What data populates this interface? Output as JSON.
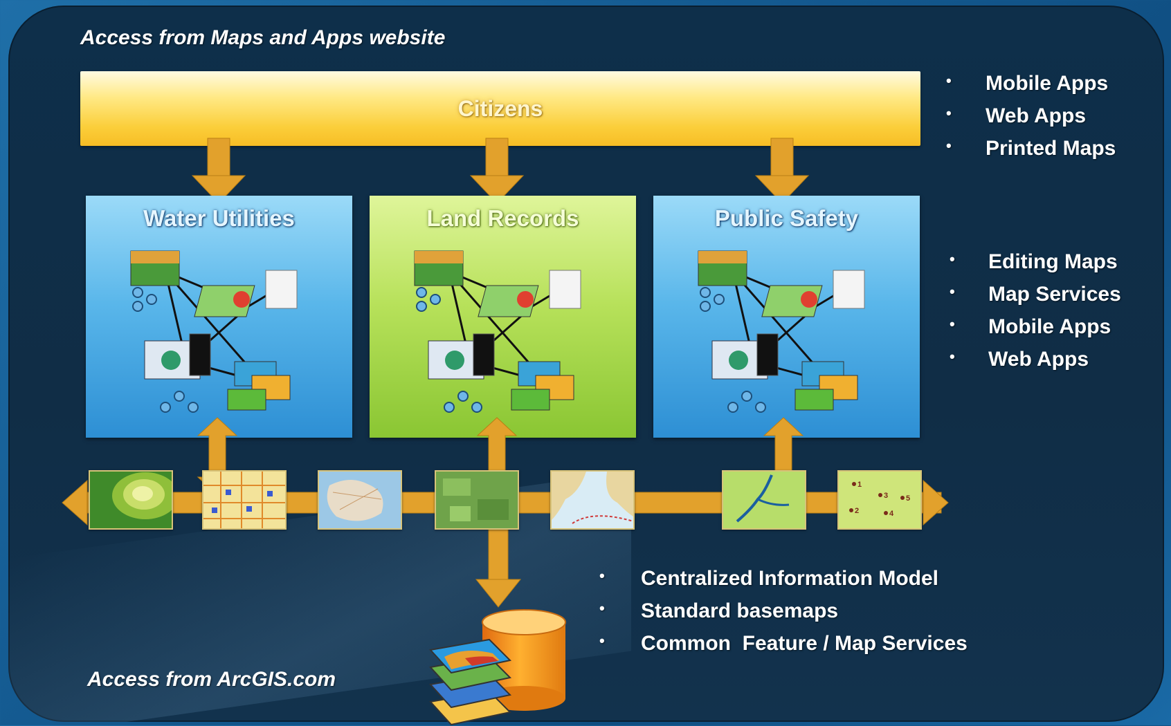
{
  "headings": {
    "top": "Access from Maps and Apps website",
    "bottom": "Access from ArcGIS.com"
  },
  "citizens": {
    "label": "Citizens"
  },
  "departments": [
    {
      "title": "Water Utilities",
      "color": "#4aaee6"
    },
    {
      "title": "Land Records",
      "color": "#a8d94a"
    },
    {
      "title": "Public Safety",
      "color": "#4aaee6"
    }
  ],
  "lists": {
    "citizen_outputs": [
      "Mobile Apps",
      "Web Apps",
      "Printed Maps"
    ],
    "department_outputs": [
      "Editing Maps",
      "Map Services",
      "Mobile Apps",
      "Web Apps"
    ],
    "central": [
      "Centralized Information Model",
      "Standard basemaps",
      "Common  Feature / Map Services"
    ]
  },
  "bullet_glyph": "•",
  "tile_labels": {
    "points": [
      "1",
      "2",
      "3",
      "4",
      "5"
    ]
  },
  "colors": {
    "arrow": "#e2a12c",
    "panel": "#102d46",
    "bar": "#fbd24a"
  },
  "icons": [
    "network-graphic-icon",
    "database-icon",
    "basemap-tile-icons"
  ]
}
